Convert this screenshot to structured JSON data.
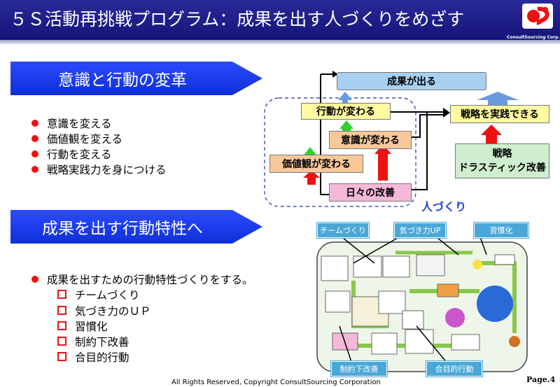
{
  "header": {
    "title": "５Ｓ活動再挑戦プログラム：成果を出す人づくりをめざす",
    "logo_text": "ConsultSourcing Corp."
  },
  "section1": {
    "banner": "意識と行動の変革",
    "bullets": [
      "意識を変える",
      "価値観を変える",
      "行動を変える",
      "戦略実践力を身につける"
    ]
  },
  "diagram1": {
    "result": "成果が出る",
    "behavior": "行動が変わる",
    "awareness": "意識が変わる",
    "values": "価値観が変わる",
    "daily": "日々の改善",
    "strategy_exec": "戦略を実践できる",
    "strategy": "戦略\nドラスティック改善",
    "people_label": "人づくり"
  },
  "section2": {
    "banner": "成果を出す行動特性へ",
    "intro": "成果を出すための行動特性づくりをする。",
    "items": [
      "チームづくり",
      "気づき力のＵＰ",
      "習慣化",
      "制約下改善",
      "合目的行動"
    ]
  },
  "diagram2": {
    "tags": [
      "チームづくり",
      "気づき力UP",
      "習慣化",
      "制約下改善",
      "合目的行動"
    ]
  },
  "footer": {
    "copyright": "All Rights Reserved, Copyright   ConsultSourcing Corporation",
    "page": "Page.4"
  },
  "colors": {
    "header_bg": "#141478",
    "banner_blue": "#1a3cf0",
    "bullet_red": "#e11111",
    "box_yellow": "#fffaa0",
    "box_orange": "#f8c89a",
    "box_pink": "#f6b8d8",
    "box_green": "#cfeecf",
    "box_blue": "#a8d0f0",
    "tag_blue": "#4aa8d8"
  }
}
